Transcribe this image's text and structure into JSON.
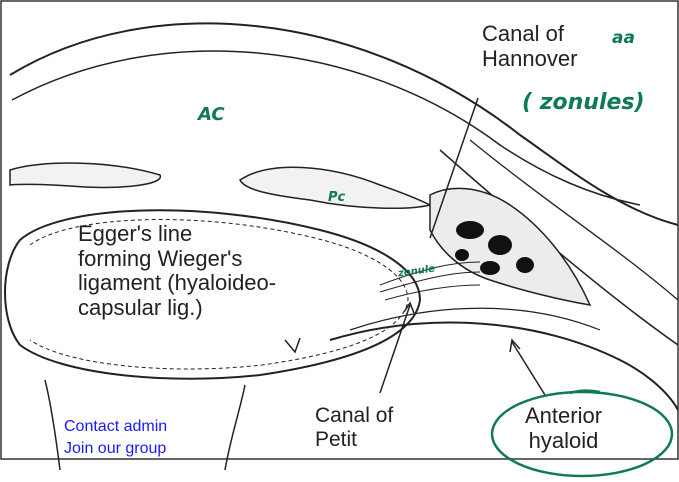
{
  "labels": {
    "canal_of_hannover": "Canal of\nHannover",
    "eggers_line": "Egger's line\nforming Wieger's\nligament (hyaloideo-\ncapsular lig.)",
    "canal_of_petit": "Canal of\nPetit",
    "anterior_hyaloid": "Anterior\nhyaloid"
  },
  "handwritten": {
    "ac": "AC",
    "pc": "Pc",
    "zonules": "( zonules)",
    "aa": "aa",
    "zonule_small": "zonule"
  },
  "links": {
    "contact_admin": "Contact admin",
    "join_group": "Join our group"
  },
  "colors": {
    "ink": "#222222",
    "handwriting": "#0f7a55",
    "link": "#1a1aff",
    "frame": "#333333"
  }
}
